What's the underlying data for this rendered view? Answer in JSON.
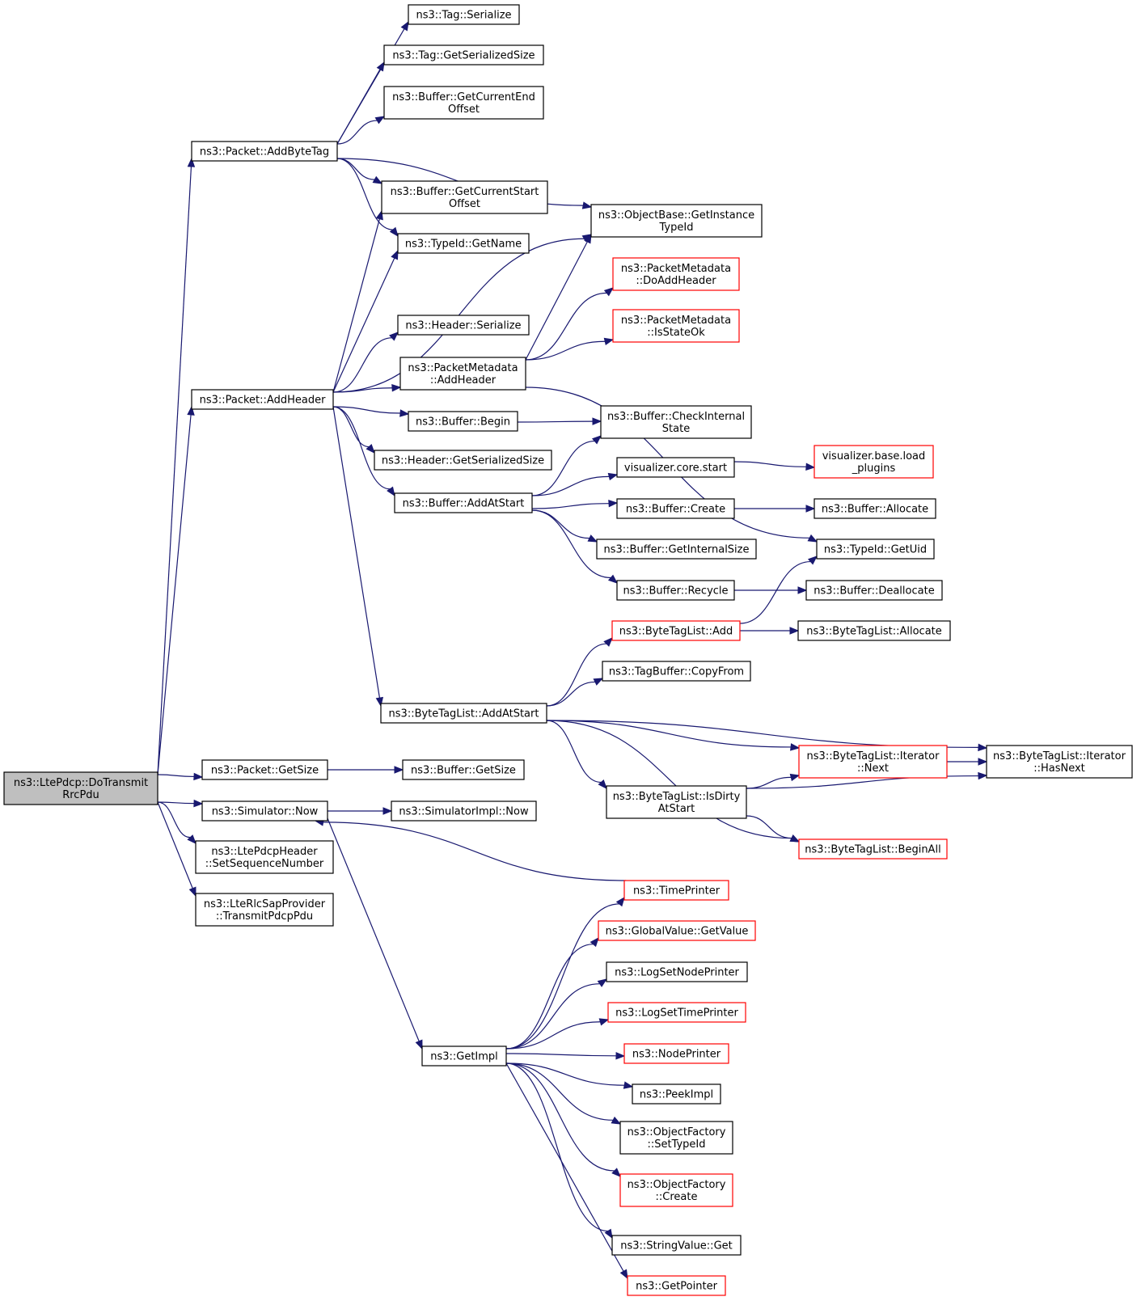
{
  "colors": {
    "edge": "#191970",
    "node_border": "#000000",
    "node_border_truncated": "#ff0000",
    "root_fill": "#bfbfbf"
  },
  "nodes": [
    {
      "id": "root",
      "lines": [
        "ns3::LtePdcp::DoTransmit",
        "RrcPdu"
      ],
      "style": "root"
    },
    {
      "id": "add_byte_tag",
      "lines": [
        "ns3::Packet::AddByteTag"
      ]
    },
    {
      "id": "add_header",
      "lines": [
        "ns3::Packet::AddHeader"
      ]
    },
    {
      "id": "packet_get_size",
      "lines": [
        "ns3::Packet::GetSize"
      ]
    },
    {
      "id": "sim_now",
      "lines": [
        "ns3::Simulator::Now"
      ]
    },
    {
      "id": "set_seq",
      "lines": [
        "ns3::LtePdcpHeader",
        "::SetSequenceNumber"
      ]
    },
    {
      "id": "transmit_pdcp",
      "lines": [
        "ns3::LteRlcSapProvider",
        "::TransmitPdcpPdu"
      ]
    },
    {
      "id": "tag_serialize",
      "lines": [
        "ns3::Tag::Serialize"
      ]
    },
    {
      "id": "tag_get_ser_size",
      "lines": [
        "ns3::Tag::GetSerializedSize"
      ]
    },
    {
      "id": "buf_cur_end",
      "lines": [
        "ns3::Buffer::GetCurrentEnd",
        "Offset"
      ]
    },
    {
      "id": "buf_cur_start",
      "lines": [
        "ns3::Buffer::GetCurrentStart",
        "Offset"
      ]
    },
    {
      "id": "typeid_get_name",
      "lines": [
        "ns3::TypeId::GetName"
      ]
    },
    {
      "id": "header_serialize",
      "lines": [
        "ns3::Header::Serialize"
      ]
    },
    {
      "id": "pm_add_header",
      "lines": [
        "ns3::PacketMetadata",
        "::AddHeader"
      ]
    },
    {
      "id": "buf_begin",
      "lines": [
        "ns3::Buffer::Begin"
      ]
    },
    {
      "id": "header_get_ser_size",
      "lines": [
        "ns3::Header::GetSerializedSize"
      ]
    },
    {
      "id": "buf_add_at_start",
      "lines": [
        "ns3::Buffer::AddAtStart"
      ]
    },
    {
      "id": "btl_add_at_start",
      "lines": [
        "ns3::ByteTagList::AddAtStart"
      ]
    },
    {
      "id": "buf_get_size",
      "lines": [
        "ns3::Buffer::GetSize"
      ]
    },
    {
      "id": "simimpl_now",
      "lines": [
        "ns3::SimulatorImpl::Now"
      ]
    },
    {
      "id": "get_impl",
      "lines": [
        "ns3::GetImpl"
      ]
    },
    {
      "id": "ob_get_instance_typeid",
      "lines": [
        "ns3::ObjectBase::GetInstance",
        "TypeId"
      ]
    },
    {
      "id": "pm_do_add_header",
      "lines": [
        "ns3::PacketMetadata",
        "::DoAddHeader"
      ],
      "style": "red"
    },
    {
      "id": "pm_is_state_ok",
      "lines": [
        "ns3::PacketMetadata",
        "::IsStateOk"
      ],
      "style": "red"
    },
    {
      "id": "buf_check_internal",
      "lines": [
        "ns3::Buffer::CheckInternal",
        "State"
      ]
    },
    {
      "id": "vis_core_start",
      "lines": [
        "visualizer.core.start"
      ]
    },
    {
      "id": "buf_create",
      "lines": [
        "ns3::Buffer::Create"
      ]
    },
    {
      "id": "buf_get_internal_size",
      "lines": [
        "ns3::Buffer::GetInternalSize"
      ]
    },
    {
      "id": "buf_recycle",
      "lines": [
        "ns3::Buffer::Recycle"
      ]
    },
    {
      "id": "btl_add",
      "lines": [
        "ns3::ByteTagList::Add"
      ],
      "style": "red"
    },
    {
      "id": "tagbuf_copy_from",
      "lines": [
        "ns3::TagBuffer::CopyFrom"
      ]
    },
    {
      "id": "btl_is_dirty",
      "lines": [
        "ns3::ByteTagList::IsDirty",
        "AtStart"
      ]
    },
    {
      "id": "time_printer",
      "lines": [
        "ns3::TimePrinter"
      ],
      "style": "red"
    },
    {
      "id": "gv_get_value",
      "lines": [
        "ns3::GlobalValue::GetValue"
      ],
      "style": "red"
    },
    {
      "id": "log_set_node_printer",
      "lines": [
        "ns3::LogSetNodePrinter"
      ]
    },
    {
      "id": "log_set_time_printer",
      "lines": [
        "ns3::LogSetTimePrinter"
      ],
      "style": "red"
    },
    {
      "id": "node_printer",
      "lines": [
        "ns3::NodePrinter"
      ],
      "style": "red"
    },
    {
      "id": "peek_impl",
      "lines": [
        "ns3::PeekImpl"
      ]
    },
    {
      "id": "of_set_typeid",
      "lines": [
        "ns3::ObjectFactory",
        "::SetTypeId"
      ]
    },
    {
      "id": "of_create",
      "lines": [
        "ns3::ObjectFactory",
        "::Create"
      ],
      "style": "red"
    },
    {
      "id": "stringvalue_get",
      "lines": [
        "ns3::StringValue::Get"
      ]
    },
    {
      "id": "get_pointer",
      "lines": [
        "ns3::GetPointer"
      ],
      "style": "red"
    },
    {
      "id": "vis_base_load",
      "lines": [
        "visualizer.base.load",
        "_plugins"
      ],
      "style": "red"
    },
    {
      "id": "buf_allocate",
      "lines": [
        "ns3::Buffer::Allocate"
      ]
    },
    {
      "id": "typeid_get_uid",
      "lines": [
        "ns3::TypeId::GetUid"
      ]
    },
    {
      "id": "buf_deallocate",
      "lines": [
        "ns3::Buffer::Deallocate"
      ]
    },
    {
      "id": "btl_allocate",
      "lines": [
        "ns3::ByteTagList::Allocate"
      ]
    },
    {
      "id": "btl_iter_next",
      "lines": [
        "ns3::ByteTagList::Iterator",
        "::Next"
      ],
      "style": "red"
    },
    {
      "id": "btl_begin_all",
      "lines": [
        "ns3::ByteTagList::BeginAll"
      ],
      "style": "red"
    },
    {
      "id": "btl_iter_has_next",
      "lines": [
        "ns3::ByteTagList::Iterator",
        "::HasNext"
      ]
    }
  ],
  "edges": [
    [
      "root",
      "add_byte_tag"
    ],
    [
      "root",
      "add_header"
    ],
    [
      "root",
      "packet_get_size"
    ],
    [
      "root",
      "sim_now"
    ],
    [
      "root",
      "set_seq"
    ],
    [
      "root",
      "transmit_pdcp"
    ],
    [
      "add_byte_tag",
      "tag_serialize"
    ],
    [
      "add_byte_tag",
      "tag_get_ser_size"
    ],
    [
      "add_byte_tag",
      "buf_cur_end"
    ],
    [
      "add_byte_tag",
      "buf_cur_start"
    ],
    [
      "add_byte_tag",
      "typeid_get_name"
    ],
    [
      "add_byte_tag",
      "ob_get_instance_typeid"
    ],
    [
      "add_header",
      "buf_cur_start"
    ],
    [
      "add_header",
      "typeid_get_name"
    ],
    [
      "add_header",
      "ob_get_instance_typeid"
    ],
    [
      "add_header",
      "header_serialize"
    ],
    [
      "add_header",
      "pm_add_header"
    ],
    [
      "add_header",
      "buf_begin"
    ],
    [
      "add_header",
      "header_get_ser_size"
    ],
    [
      "add_header",
      "buf_add_at_start"
    ],
    [
      "add_header",
      "btl_add_at_start"
    ],
    [
      "pm_add_header",
      "ob_get_instance_typeid"
    ],
    [
      "pm_add_header",
      "pm_do_add_header"
    ],
    [
      "pm_add_header",
      "pm_is_state_ok"
    ],
    [
      "pm_add_header",
      "typeid_get_uid"
    ],
    [
      "buf_begin",
      "buf_check_internal"
    ],
    [
      "buf_add_at_start",
      "buf_check_internal"
    ],
    [
      "buf_add_at_start",
      "vis_core_start"
    ],
    [
      "buf_add_at_start",
      "buf_create"
    ],
    [
      "buf_add_at_start",
      "buf_get_internal_size"
    ],
    [
      "buf_add_at_start",
      "buf_recycle"
    ],
    [
      "vis_core_start",
      "vis_base_load"
    ],
    [
      "buf_create",
      "buf_allocate"
    ],
    [
      "buf_recycle",
      "buf_deallocate"
    ],
    [
      "btl_add",
      "typeid_get_uid"
    ],
    [
      "btl_add",
      "btl_allocate"
    ],
    [
      "btl_add_at_start",
      "btl_add"
    ],
    [
      "btl_add_at_start",
      "tagbuf_copy_from"
    ],
    [
      "btl_add_at_start",
      "btl_iter_has_next"
    ],
    [
      "btl_add_at_start",
      "btl_iter_next"
    ],
    [
      "btl_add_at_start",
      "btl_is_dirty"
    ],
    [
      "btl_add_at_start",
      "btl_begin_all"
    ],
    [
      "btl_is_dirty",
      "btl_iter_next"
    ],
    [
      "btl_is_dirty",
      "btl_iter_has_next"
    ],
    [
      "btl_is_dirty",
      "btl_begin_all"
    ],
    [
      "btl_iter_next",
      "btl_iter_has_next"
    ],
    [
      "packet_get_size",
      "buf_get_size"
    ],
    [
      "sim_now",
      "simimpl_now"
    ],
    [
      "sim_now",
      "get_impl"
    ],
    [
      "time_printer",
      "sim_now"
    ],
    [
      "get_impl",
      "time_printer"
    ],
    [
      "get_impl",
      "gv_get_value"
    ],
    [
      "get_impl",
      "log_set_node_printer"
    ],
    [
      "get_impl",
      "log_set_time_printer"
    ],
    [
      "get_impl",
      "node_printer"
    ],
    [
      "get_impl",
      "peek_impl"
    ],
    [
      "get_impl",
      "of_set_typeid"
    ],
    [
      "get_impl",
      "of_create"
    ],
    [
      "get_impl",
      "stringvalue_get"
    ],
    [
      "get_impl",
      "get_pointer"
    ]
  ]
}
